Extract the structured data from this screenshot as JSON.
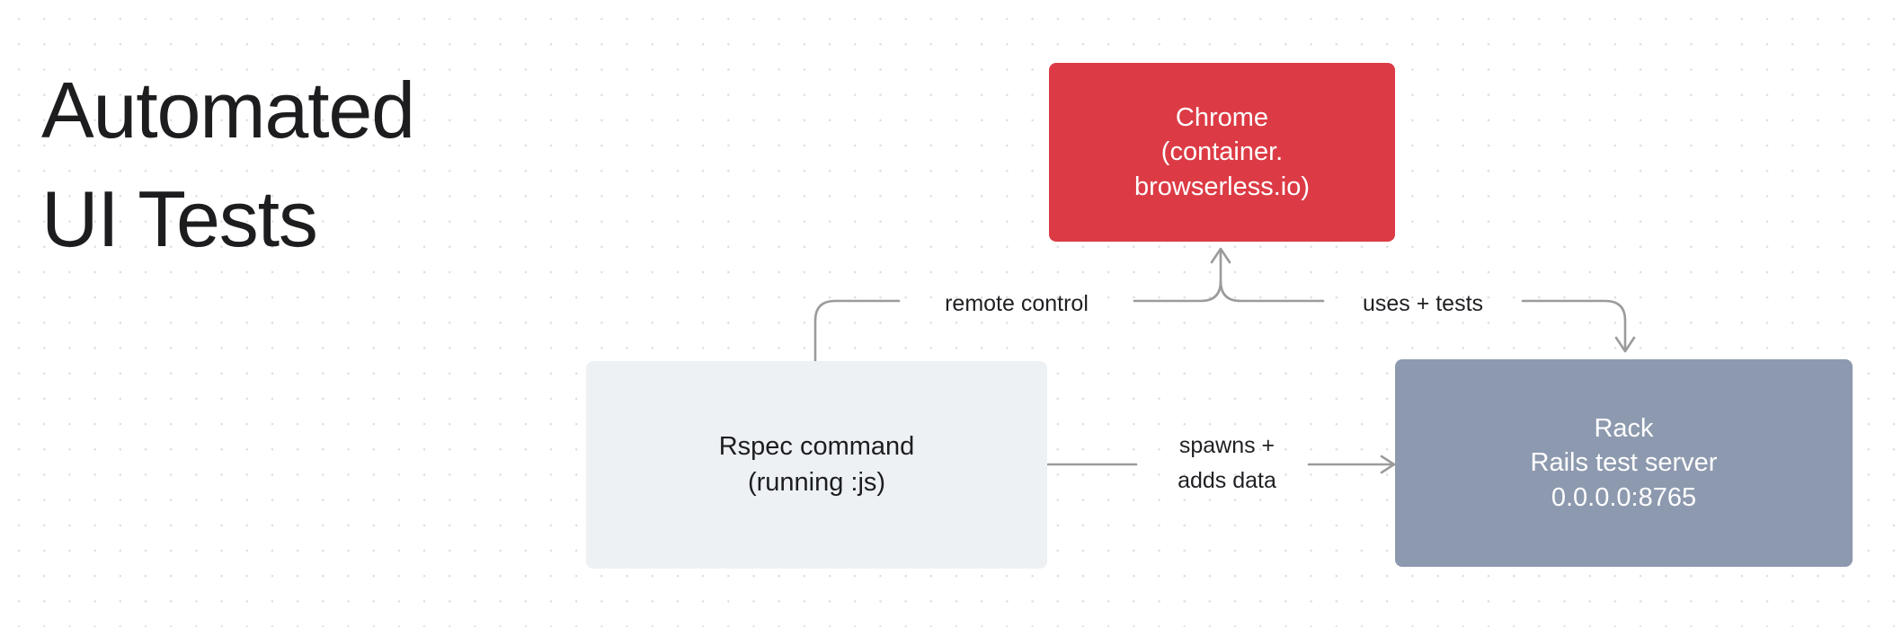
{
  "heading": {
    "text": "Automated\nUI Tests"
  },
  "nodes": {
    "chrome": {
      "name": "Chrome",
      "lines": [
        "Chrome",
        "(container.",
        "browserless.io)"
      ],
      "color": "#dc3b45",
      "text_color": "#ffffff"
    },
    "rspec": {
      "name": "Rspec command",
      "lines": [
        "Rspec command",
        "(running :js)"
      ],
      "color": "#edf1f4",
      "text_color": "#1d1d1f"
    },
    "rack": {
      "name": "Rack",
      "lines": [
        "Rack",
        "Rails test server",
        "0.0.0.0:8765"
      ],
      "color": "#8d99ae",
      "text_color": "#ffffff"
    }
  },
  "edges": {
    "remote_control": {
      "label": "remote control",
      "from": "Rspec command",
      "to": "Chrome"
    },
    "uses_tests": {
      "label": "uses + tests",
      "from": "Chrome",
      "to": "Rack"
    },
    "spawns_adds_data": {
      "label": "spawns +\nadds data",
      "from": "Rspec command",
      "to": "Rack"
    }
  },
  "style": {
    "background": "#ffffff",
    "grid_dot_color": "#dddddd",
    "edge_color": "#9b9b9b",
    "heading_color": "#1d1d1f"
  }
}
